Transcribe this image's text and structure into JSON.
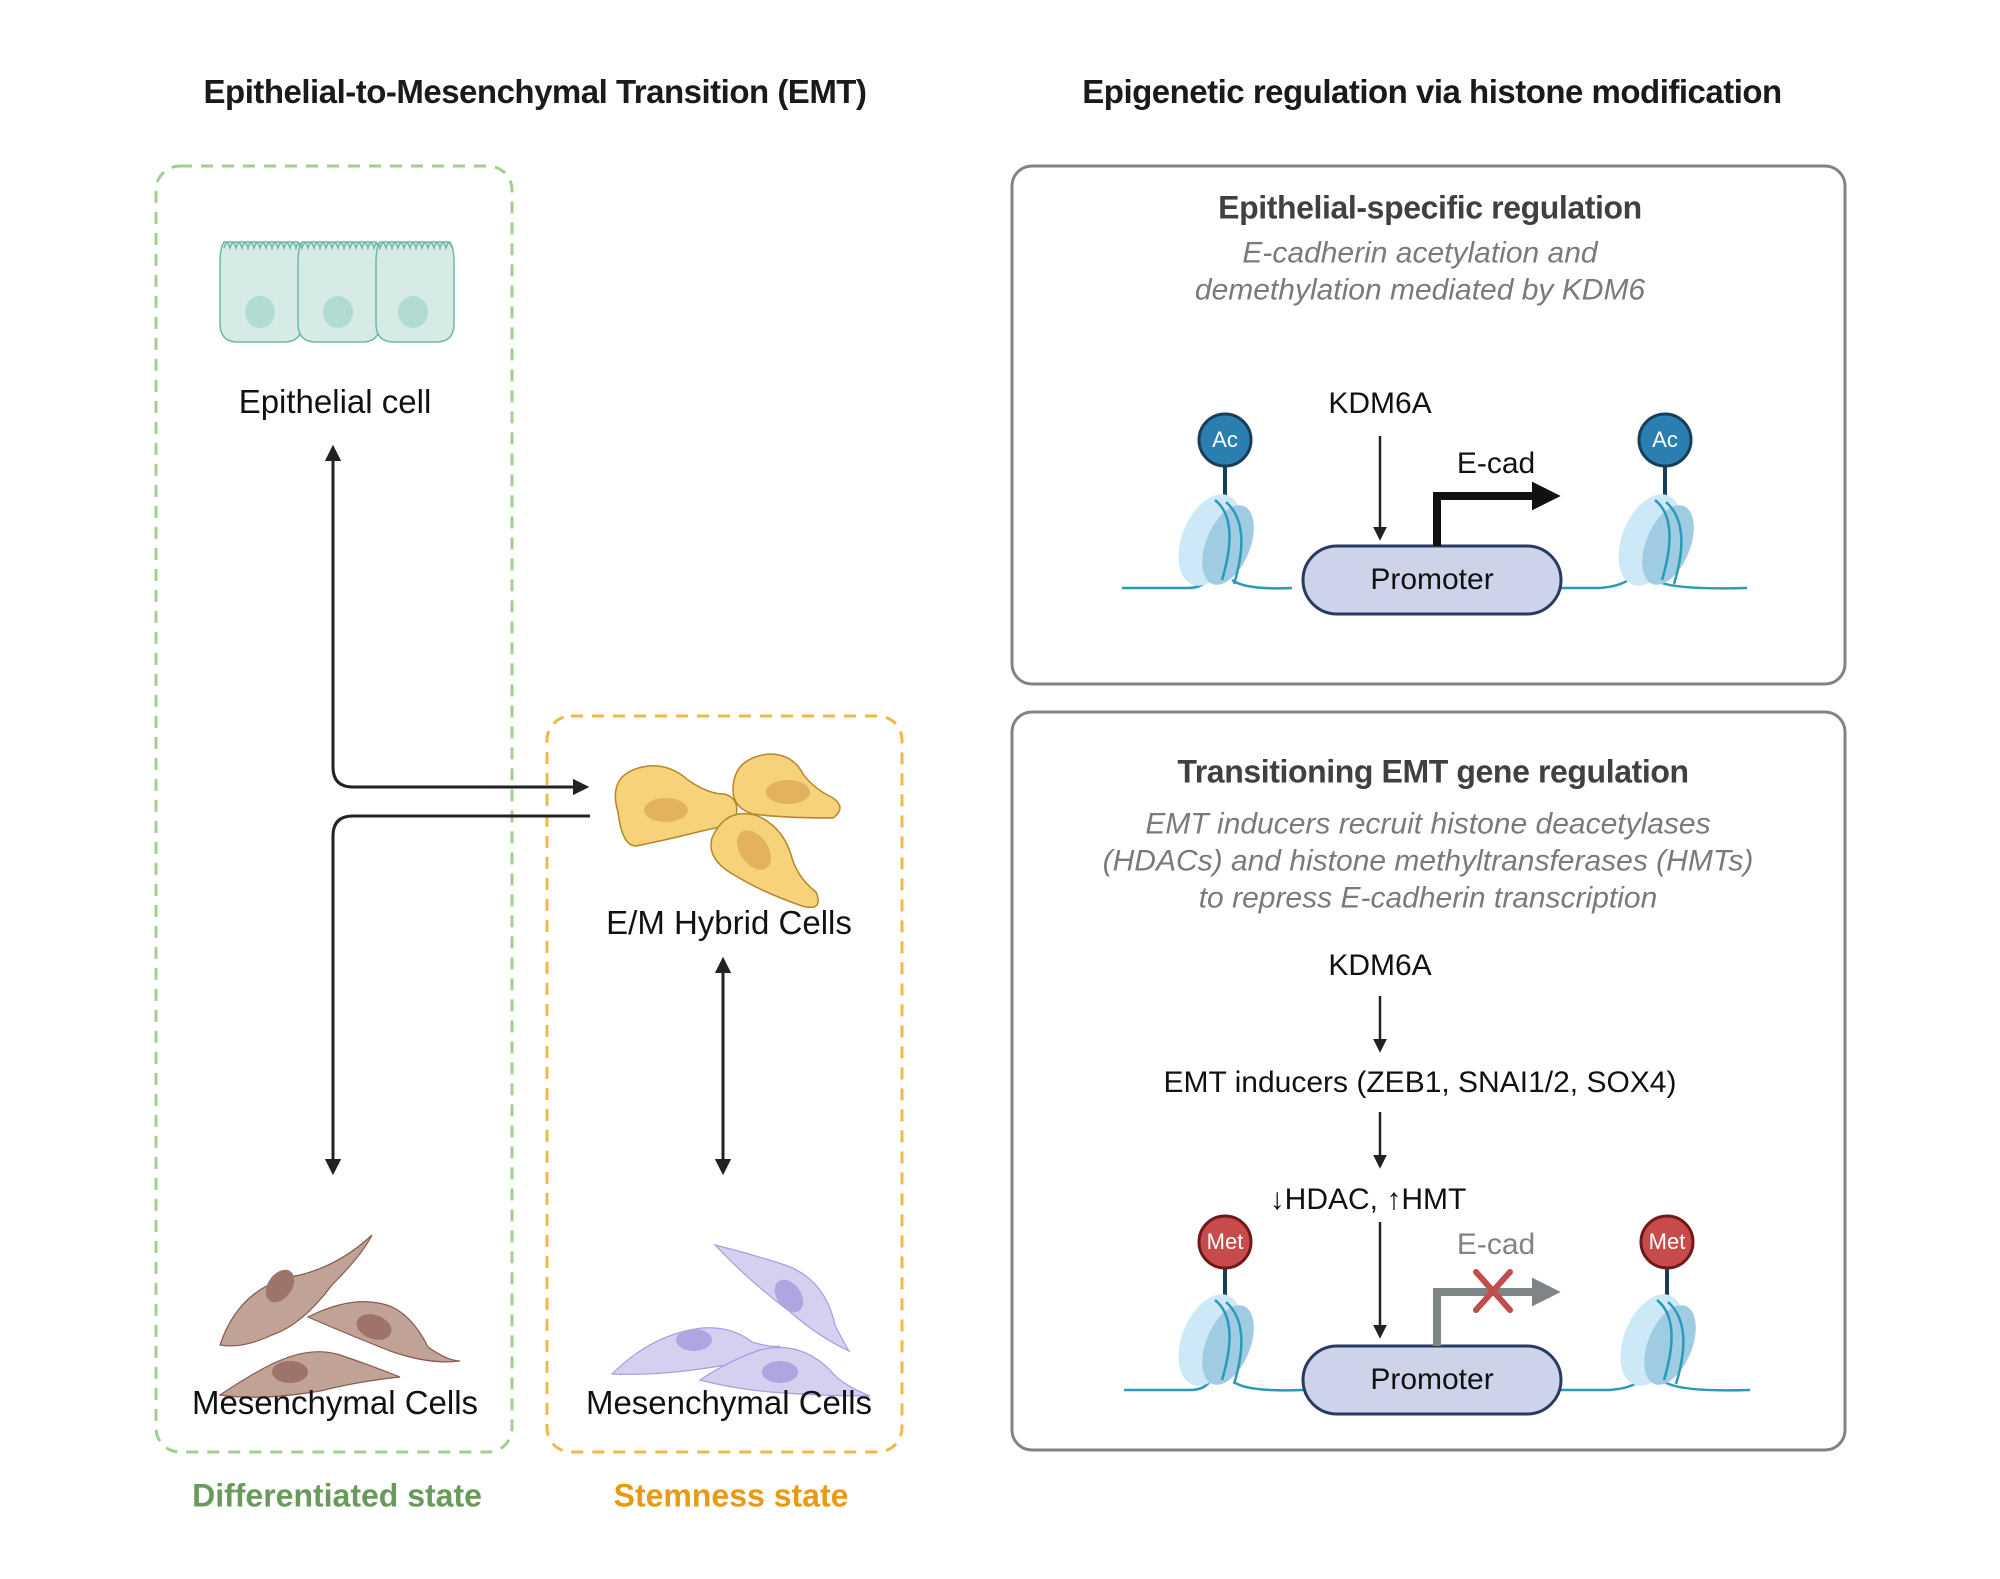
{
  "left_panel": {
    "title": "Epithelial-to-Mesenchymal Transition (EMT)",
    "epithelial_label": "Epithelial cell",
    "hybrid_label": "E/M Hybrid Cells",
    "mesenchymal_left_label": "Mesenchymal Cells",
    "mesenchymal_right_label": "Mesenchymal Cells",
    "differentiated_state": "Differentiated state",
    "stemness_state": "Stemness state"
  },
  "right_panel": {
    "title": "Epigenetic regulation via histone modification",
    "box1": {
      "title": "Epithelial-specific regulation",
      "subtitle_lines": [
        "E-cadherin acetylation and",
        "demethylation mediated by KDM6"
      ],
      "regulator": "KDM6A",
      "gene": "E-cad",
      "promoter": "Promoter",
      "mark_left": "Ac",
      "mark_right": "Ac"
    },
    "box2": {
      "title": "Transitioning EMT gene regulation",
      "subtitle_lines": [
        "EMT inducers recruit histone deacetylases",
        "(HDACs) and histone methyltransferases (HMTs)",
        "to repress E-cadherin transcription"
      ],
      "regulator": "KDM6A",
      "inducers": "EMT inducers (ZEB1, SNAI1/2, SOX4)",
      "modifiers": "↓HDAC, ↑HMT",
      "gene": "E-cad",
      "promoter": "Promoter",
      "mark_left": "Met",
      "mark_right": "Met"
    }
  },
  "colors": {
    "green_state": "#6a9a5a",
    "green_dash": "#9fd08f",
    "orange_state": "#e89a17",
    "orange_dash": "#f4b744",
    "box_border": "#7f8587",
    "ac_fill": "#2a7fb0",
    "met_fill": "#c84b4b",
    "promoter_fill": "#cdd3e8",
    "promoter_border": "#2b3a63",
    "dna": "#2a9ab8"
  }
}
